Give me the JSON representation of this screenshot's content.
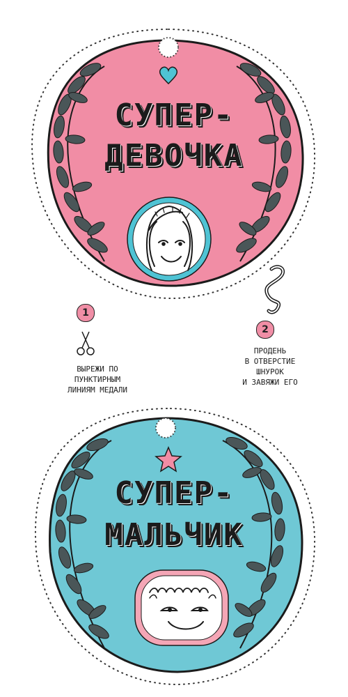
{
  "medals": {
    "girl": {
      "title_line1": "СУПЕР-",
      "title_line2": "ДЕВОЧКА",
      "color": "#f18da5",
      "frame_color": "#4fc3d4",
      "ornament": "heart-icon"
    },
    "boy": {
      "title_line1": "СУПЕР-",
      "title_line2": "МАЛЬЧИК",
      "color": "#6fc8d5",
      "frame_color": "#f4a6b6",
      "ornament": "star-icon"
    }
  },
  "instructions": {
    "step1": {
      "number": "1",
      "icon": "scissors-icon",
      "text": "ВЫРЕЖИ ПО\nПУНКТИРНЫМ\nЛИНИЯМ МЕДАЛИ"
    },
    "step2": {
      "number": "2",
      "icon": "string-icon",
      "text": "ПРОДЕНЬ\nВ ОТВЕРСТИЕ\nШНУРОК\nИ ЗАВЯЖИ ЕГО"
    }
  },
  "colors": {
    "ink": "#1b1b1b",
    "leaf": "#4a5658",
    "accent_pink": "#f08ea6",
    "accent_blue": "#4fc3d4"
  }
}
